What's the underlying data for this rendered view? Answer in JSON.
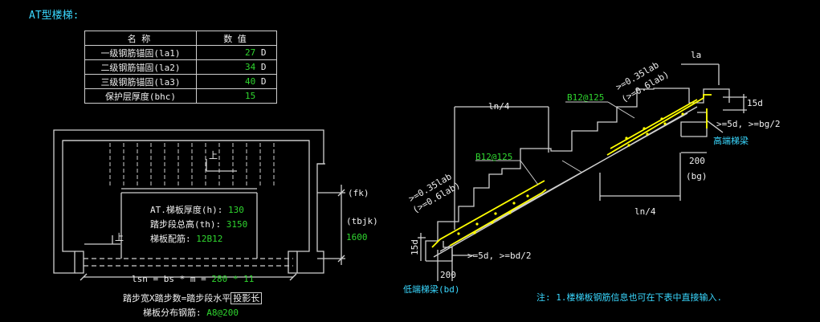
{
  "title": "AT型楼梯:",
  "table": {
    "headers": [
      "名 称",
      "数 值"
    ],
    "rows": [
      {
        "name": "一级钢筋锚固(la1)",
        "value": "27",
        "unit": "D"
      },
      {
        "name": "二级钢筋锚固(la2)",
        "value": "34",
        "unit": "D"
      },
      {
        "name": "三级钢筋锚固(la3)",
        "value": "40",
        "unit": "D"
      },
      {
        "name": "保护层厚度(bhc)",
        "value": "15",
        "unit": ""
      }
    ]
  },
  "plan": {
    "up_label_1": "上",
    "up_label_2": "上",
    "slab_thickness_label": "AT.梯板厚度(h):",
    "slab_thickness_value": "130",
    "step_height_label": "踏步段总高(th):",
    "step_height_value": "3150",
    "slab_rebar_label": "梯板配筋:",
    "slab_rebar_value": "12B12",
    "fk_label": "(fk)",
    "tbjk_label": "(tbjk)",
    "side_value": "1600",
    "lsn_formula_prefix": "lsn = bs * m =",
    "lsn_formula_values": "280 * 11",
    "step_desc_prefix": "踏步宽X踏步数=踏步段水平",
    "step_desc_boxed": "投影长",
    "dist_rebar_label": "梯板分布钢筋:",
    "dist_rebar_value": "A8@200"
  },
  "section": {
    "la": "la",
    "top_anchor_1": ">=0.35lab",
    "top_anchor_2": "(>=0.6lab)",
    "top_rebar": "B12@125",
    "top_15d": "15d",
    "top_ge": ">=5d, >=bg/2",
    "high_beam": "高端梯梁",
    "dim_200_top": "200",
    "bg": "(bg)",
    "ln4_top": "ln/4",
    "bottom_rebar": "B12@125",
    "bottom_anchor_1": ">=0.35lab",
    "bottom_anchor_2": "(>=0.6lab)",
    "ln4_bottom": "ln/4",
    "bottom_15d": "15d",
    "dim_200_bottom": "200",
    "bottom_ge": ">=5d, >=bd/2",
    "low_beam": "低端梯梁(bd)"
  },
  "note": "注: 1.楼梯板钢筋信息也可在下表中直接输入.",
  "colors": {
    "background": "#000000",
    "cyan": "#3ad8ff",
    "green": "#2fd62f",
    "yellow": "#ffff00",
    "line": "#d0d0d0"
  }
}
